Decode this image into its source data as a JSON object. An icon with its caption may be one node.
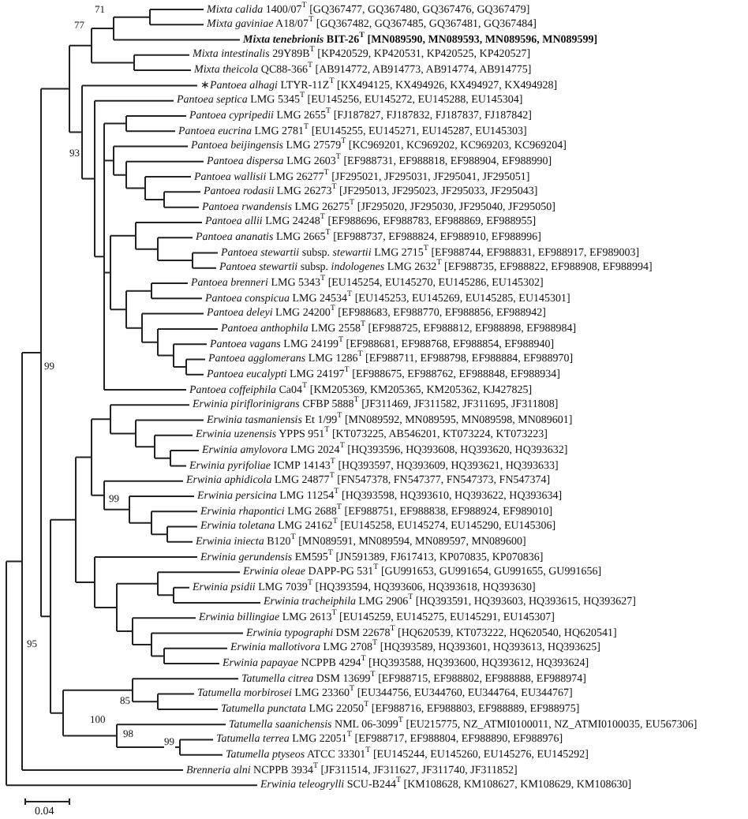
{
  "diagram": {
    "labels": [
      "*Mixta calida* 1400/07$^{T}$ [GQ367477, GQ367480, GQ367476, GQ367479]",
      "*Mixta gaviniae* A18/07$^{T}$ [GQ367482, GQ367485, GQ367481, GQ367484]",
      "*Mixta tenebrionis* BIT-26$^{T}$ [MN089590, MN089593, MN089596, MN089599]",
      "*Mixta intestinalis* 29Y89B$^{T}$ [KP420529, KP420531, KP420525, KP420527]",
      "*Mixta theicola* QC88-366$^{T}$ [AB914772, AB914773, AB914774, AB914775]",
      "∗*Pantoea alhagi* LTYR-11Z$^{T}$ [KX494125, KX494926, KX494927, KX494928]",
      "*Pantoea septica* LMG 5345$^{T}$ [EU145256, EU145272, EU145288, EU145304]",
      "*Pantoea cypripedii* LMG 2655$^{T}$ [FJ187827, FJ187832, FJ187837, FJ187842]",
      "*Pantoea eucrina* LMG 2781$^{T}$ [EU145255, EU145271, EU145287, EU145303]",
      "*Pantoea beijingensis* LMG 27579$^{T}$ [KC969201, KC969202, KC969203, KC969204]",
      "*Pantoea dispersa* LMG 2603$^{T}$ [EF988731, EF988818, EF988904, EF988990]",
      "*Pantoea wallisii* LMG 26277$^{T}$ [JF295021, JF295031, JF295041, JF295051]",
      "*Pantoea rodasii* LMG 26273$^{T}$ [JF295013, JF295023, JF295033, JF295043]",
      "*Pantoea rwandensis* LMG 26275$^{T}$ [JF295020, JF295030, JF295040, JF295050]",
      "*Pantoea allii* LMG 24248$^{T}$ [EF988696, EF988783, EF988869, EF988955]",
      "*Pantoea ananatis* LMG 2665$^{T}$ [EF988737, EF988824, EF988910, EF988996]",
      "*Pantoea stewartii* subsp. *stewartii* LMG 2715$^{T}$ [EF988744, EF988831, EF988917, EF989003]",
      "*Pantoea stewartii* subsp. *indologenes* LMG 2632$^{T}$ [EF988735, EF988822, EF988908, EF988994]",
      "*Pantoea brenneri* LMG 5343$^{T}$ [EU145254, EU145270, EU145286, EU145302]",
      "*Pantoea conspicua* LMG 24534$^{T}$ [EU145253, EU145269, EU145285, EU145301]",
      "*Pantoea deleyi* LMG 24200$^{T}$ [EF988683, EF988770, EF988856, EF988942]",
      "*Pantoea anthophila* LMG 2558$^{T}$ [EF988725, EF988812, EF988898, EF988984]",
      "*Pantoea vagans* LMG 24199$^{T}$ [EF988681, EF988768, EF988854, EF988940]",
      "*Pantoea agglomerans* LMG 1286$^{T}$ [EF988711, EF988798, EF988884, EF988970]",
      "*Pantoea eucalypti* LMG 24197$^{T}$ [EF988675, EF988762, EF988848, EF988934]",
      "*Pantoea coffeiphila* Ca04$^{T}$ [KM205369, KM205365, KM205362, KJ427825]",
      "*Erwinia piriflorinigrans* CFBP 5888$^{T}$ [JF311469, JF311582, JF311695, JF311808]",
      "*Erwinia tasmaniensis* Et 1/99$^{T}$ [MN089592, MN089595, MN089598, MN089601]",
      "*Erwinia uzenensis* YPPS 951$^{T}$ [KT073225, AB546201, KT073224, KT073223]",
      "*Erwinia amylovora* LMG 2024$^{T}$ [HQ393596, HQ393608, HQ393620, HQ393632]",
      "*Erwinia pyrifoliae* ICMP 14143$^{T}$ [HQ393597, HQ393609, HQ393621, HQ393633]",
      "*Erwinia aphidicola* LMG 24877$^{T}$ [FN547378, FN547377, FN547373, FN547374]",
      "*Erwinia persicina* LMG 11254$^{T}$ [HQ393598, HQ393610, HQ393622, HQ393634]",
      "*Erwinia rhapontici* LMG 2688$^{T}$ [EF988751, EF988838, EF988924, EF989010]",
      "*Erwinia toletana* LMG 24162$^{T}$ [EU145258, EU145274, EU145290, EU145306]",
      "*Erwinia iniecta* B120$^{T}$ [MN089591, MN089594, MN089597, MN089600]",
      "*Erwinia gerundensis* EM595$^{T}$ [JN591389, FJ617413, KP070835, KP070836]",
      "*Erwinia oleae* DAPP-PG 531$^{T}$ [GU991653, GU991654, GU991655, GU991656]",
      "*Erwinia psidii* LMG 7039$^{T}$ [HQ393594, HQ393606, HQ393618, HQ393630]",
      "*Erwinia tracheiphila* LMG 2906$^{T}$ [HQ393591, HQ393603, HQ393615, HQ393627]",
      "*Erwinia billingiae* LMG 2613$^{T}$ [EU145259, EU145275, EU145291, EU145307]",
      "*Erwinia typographi* DSM 22678$^{T}$ [HQ620539, KT073222, HQ620540, HQ620541]",
      "*Erwinia mallotivora* LMG 2708$^{T}$ [HQ393589, HQ393601, HQ393613, HQ393625]",
      "*Erwinia papayae* NCPPB 4294$^{T}$ [HQ393588, HQ393600, HQ393612, HQ393624]",
      "*Tatumella citrea* DSM 13699$^{T}$ [EF988715, EF988802, EF988888, EF988974]",
      "*Tatumella morbirosei* LMG 23360$^{T}$ [EU344756, EU344760, EU344764, EU344767]",
      "*Tatumella punctata* LMG 22050$^{T}$ [EF988716, EF988803, EF988889, EF988975]",
      "*Tatumella saanichensis* NML 06-3099$^{T}$ [EU215775, NZ_ATMI0100011, NZ_ATMI0100035, EU567306]",
      "*Tatumella terrea* LMG 22051$^{T}$ [EF988717, EF988804, EF988890, EF988976]",
      "*Tatumella ptyseos* ATCC 33301$^{T}$ [EU145244, EU145260, EU145276, EU145292]",
      "*Brenneria alni* NCPPB 3934$^{T}$ [JF311514, JF311627, JF311740, JF311852]",
      "*Erwinia teleogrylli* SCU-B244$^{T}$ [KM108628, KM108627, KM108629, KM108630]",
      "71",
      "77",
      "93",
      "99",
      "99",
      "95",
      "85",
      "100",
      "98",
      "99",
      "0.04"
    ]
  }
}
